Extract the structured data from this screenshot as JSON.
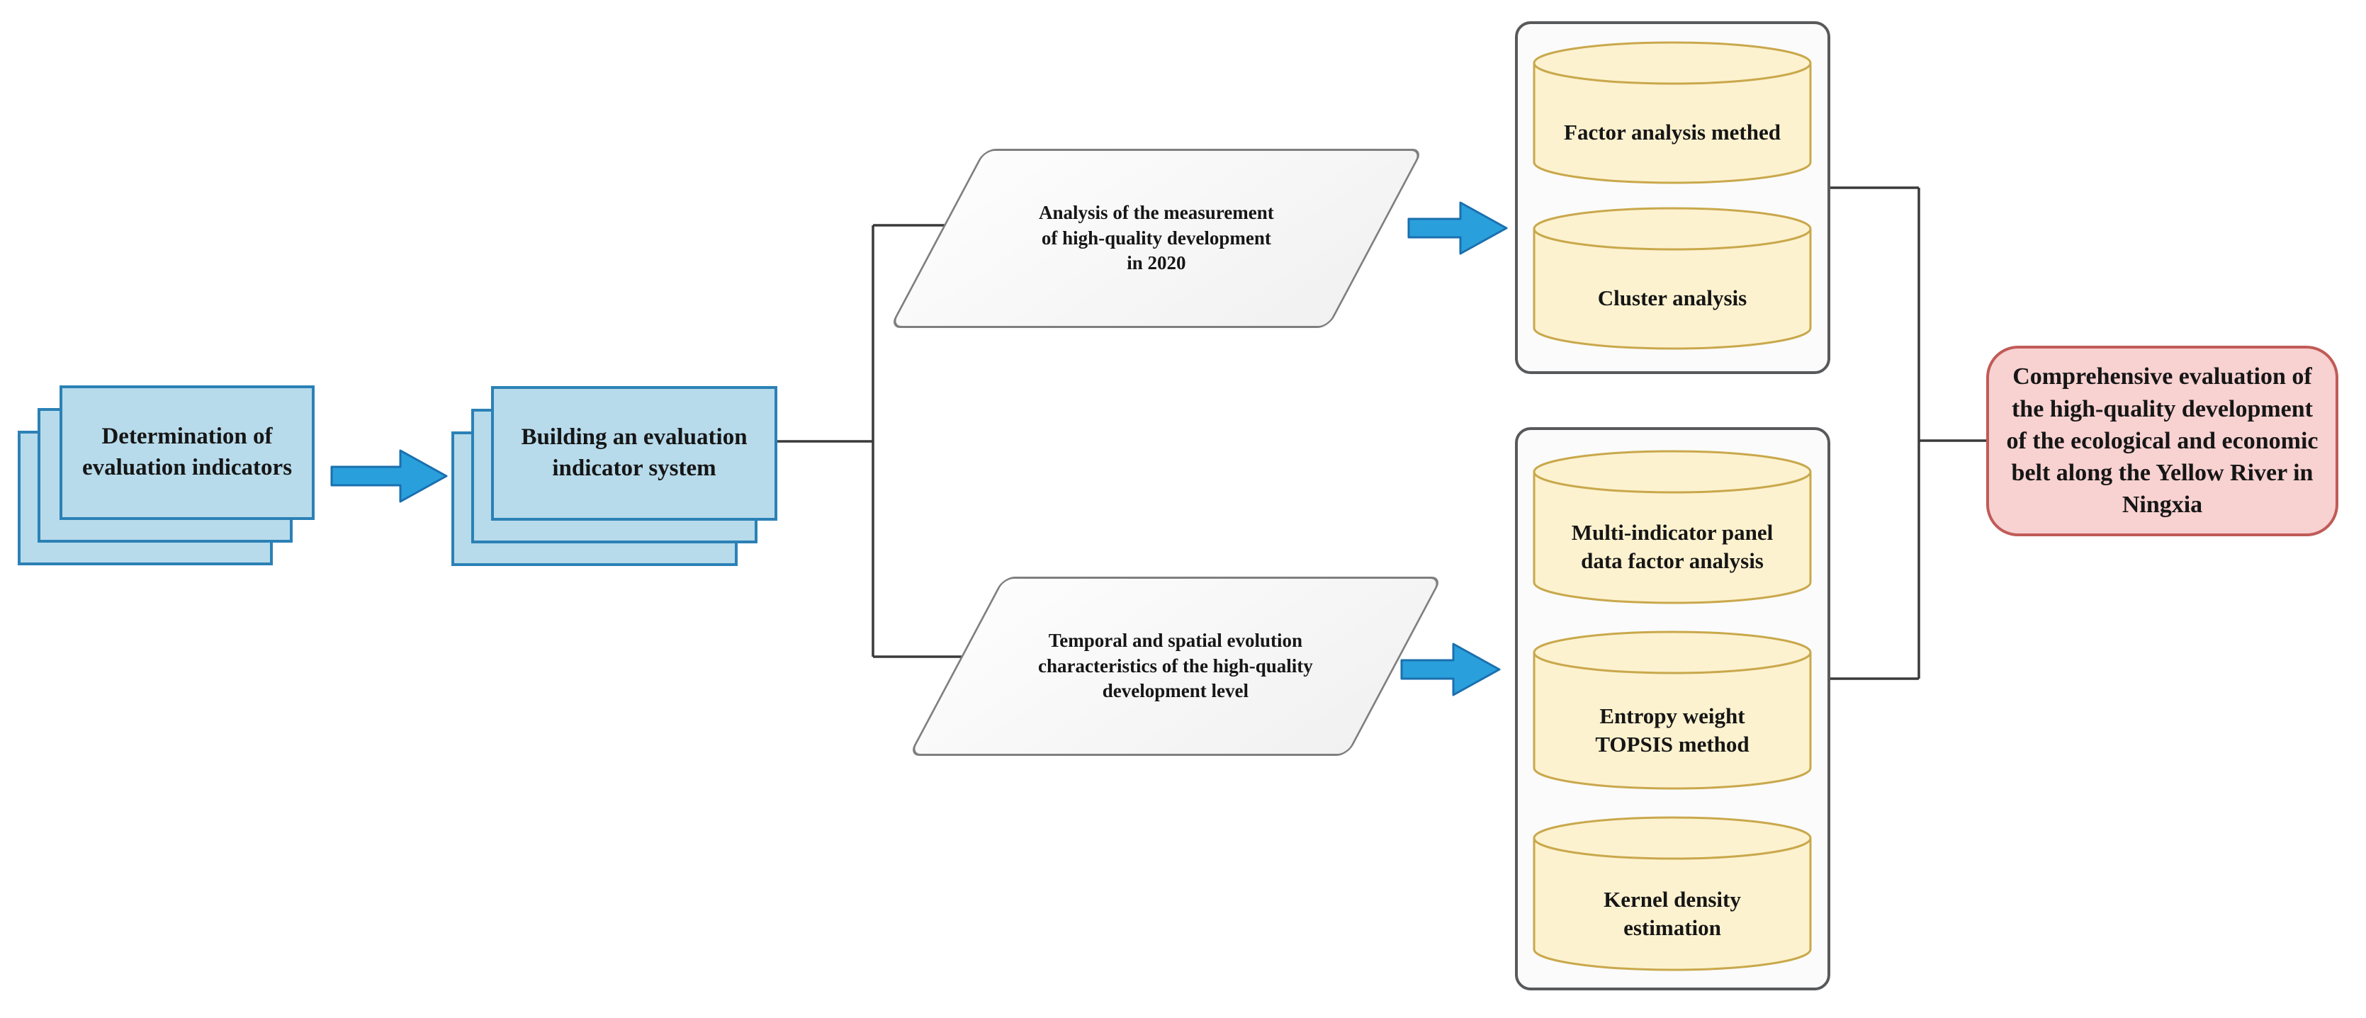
{
  "colors": {
    "process-fill": "#b7dbeb",
    "process-border": "#2b81b6",
    "parallelogram-border": "#7f7f7f",
    "container-border": "#58595b",
    "cylinder-fill": "#fdf2cf",
    "cylinder-border": "#c9a84c",
    "result-fill": "#f8d1d1",
    "result-border": "#c05b57",
    "arrow-fill": "#29a0dc",
    "arrow-border": "#1b6fae",
    "connector": "#3a3a3a"
  },
  "nodes": {
    "determination": {
      "label": "Determination of\nevaluation indicators"
    },
    "building": {
      "label": "Building an evaluation\nindicator system"
    },
    "measurement_2020": {
      "label": "Analysis of the measurement\nof high-quality development\nin 2020"
    },
    "temporal_spatial": {
      "label": "Temporal and spatial evolution\ncharacteristics of the high-quality\ndevelopment level"
    },
    "methods_2020": {
      "items": [
        "Factor analysis methed",
        "Cluster analysis"
      ]
    },
    "methods_temporal": {
      "items": [
        "Multi-indicator panel\ndata factor analysis",
        "Entropy weight\nTOPSIS method",
        "Kernel density\nestimation"
      ]
    },
    "result": {
      "label": "Comprehensive evaluation of\nthe high-quality development\nof the ecological and economic\nbelt along the Yellow River in\nNingxia"
    }
  },
  "edges": [
    {
      "from": "determination",
      "to": "building",
      "style": "block-arrow"
    },
    {
      "from": "building",
      "to": "measurement_2020",
      "style": "line"
    },
    {
      "from": "building",
      "to": "temporal_spatial",
      "style": "line"
    },
    {
      "from": "measurement_2020",
      "to": "methods_2020",
      "style": "block-arrow"
    },
    {
      "from": "temporal_spatial",
      "to": "methods_temporal",
      "style": "block-arrow"
    },
    {
      "from": "methods_2020",
      "to": "result",
      "style": "line"
    },
    {
      "from": "methods_temporal",
      "to": "result",
      "style": "line"
    }
  ]
}
